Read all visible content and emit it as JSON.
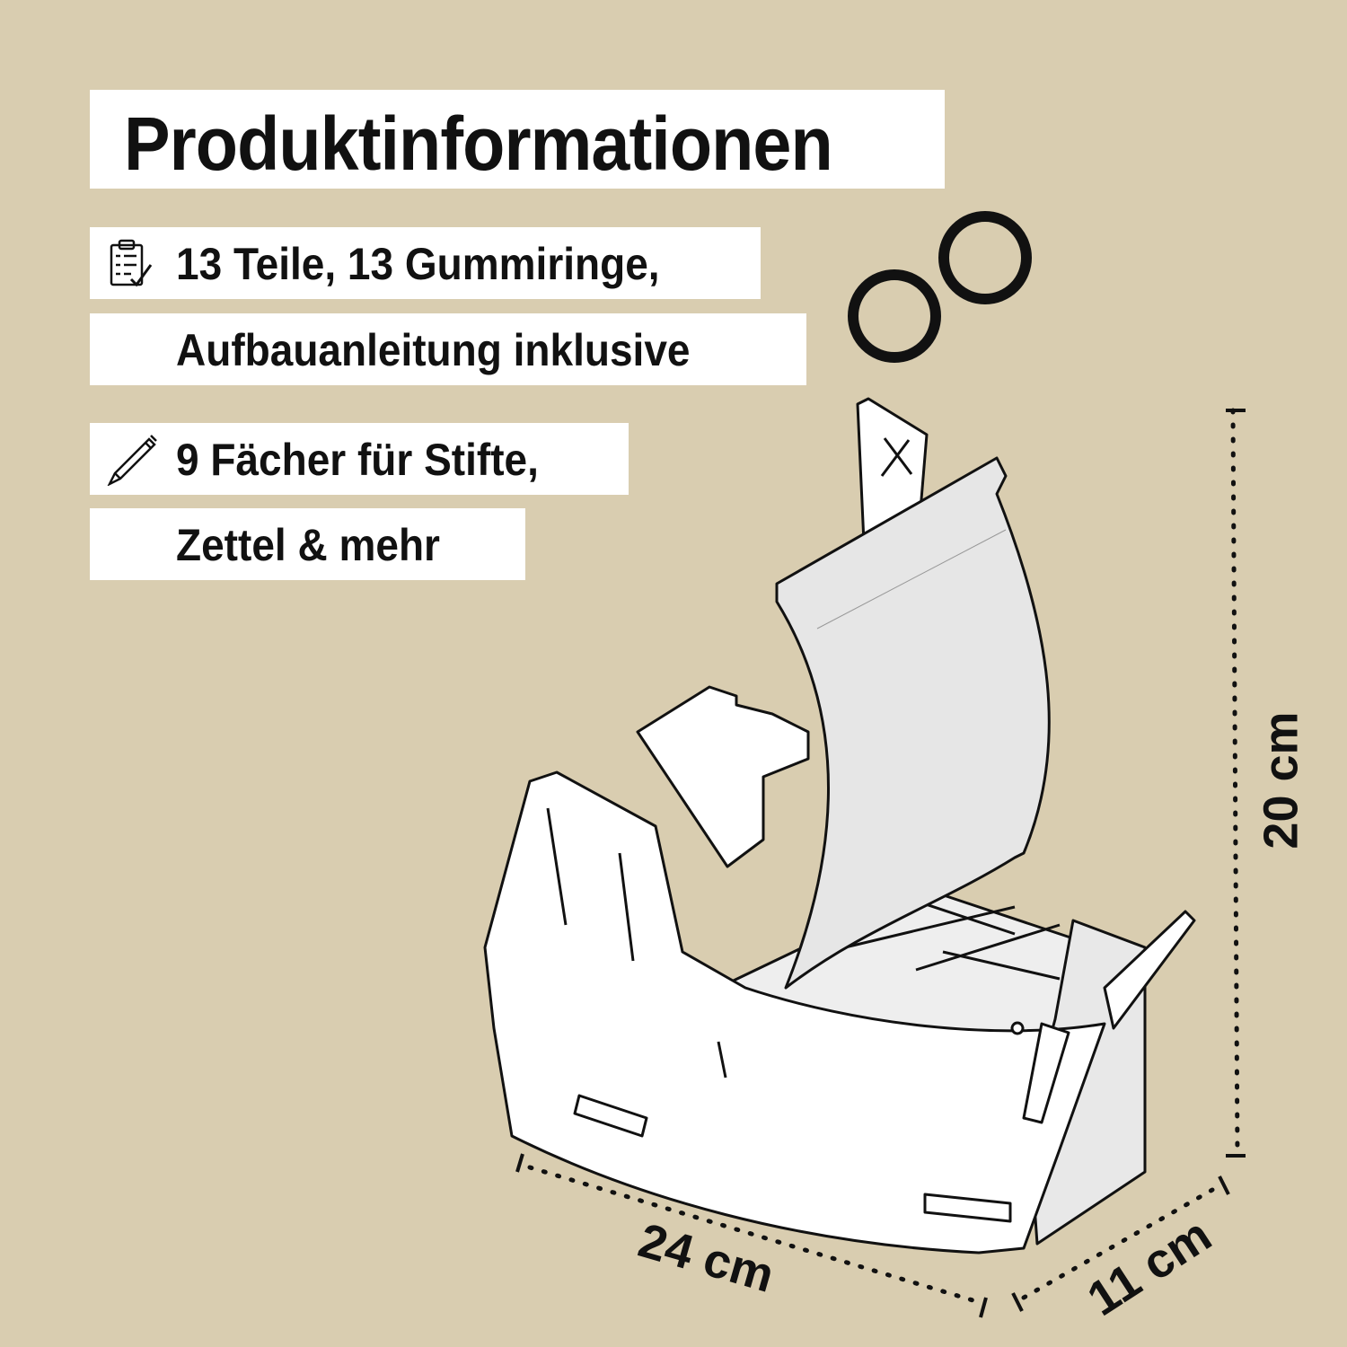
{
  "title": "Produktinformationen",
  "features": [
    {
      "icon": "clipboard-checklist-icon",
      "lines": [
        "13 Teile, 13 Gummiringe,",
        "Aufbauanleitung inklusive"
      ]
    },
    {
      "icon": "pencil-icon",
      "lines": [
        "9 Fächer für Stifte,",
        "Zettel & mehr"
      ]
    }
  ],
  "dimensions": {
    "height": "20 cm",
    "length": "24 cm",
    "depth": "11 cm"
  },
  "colors": {
    "background": "#d9cdb0",
    "box": "#ffffff",
    "text": "#111111"
  }
}
